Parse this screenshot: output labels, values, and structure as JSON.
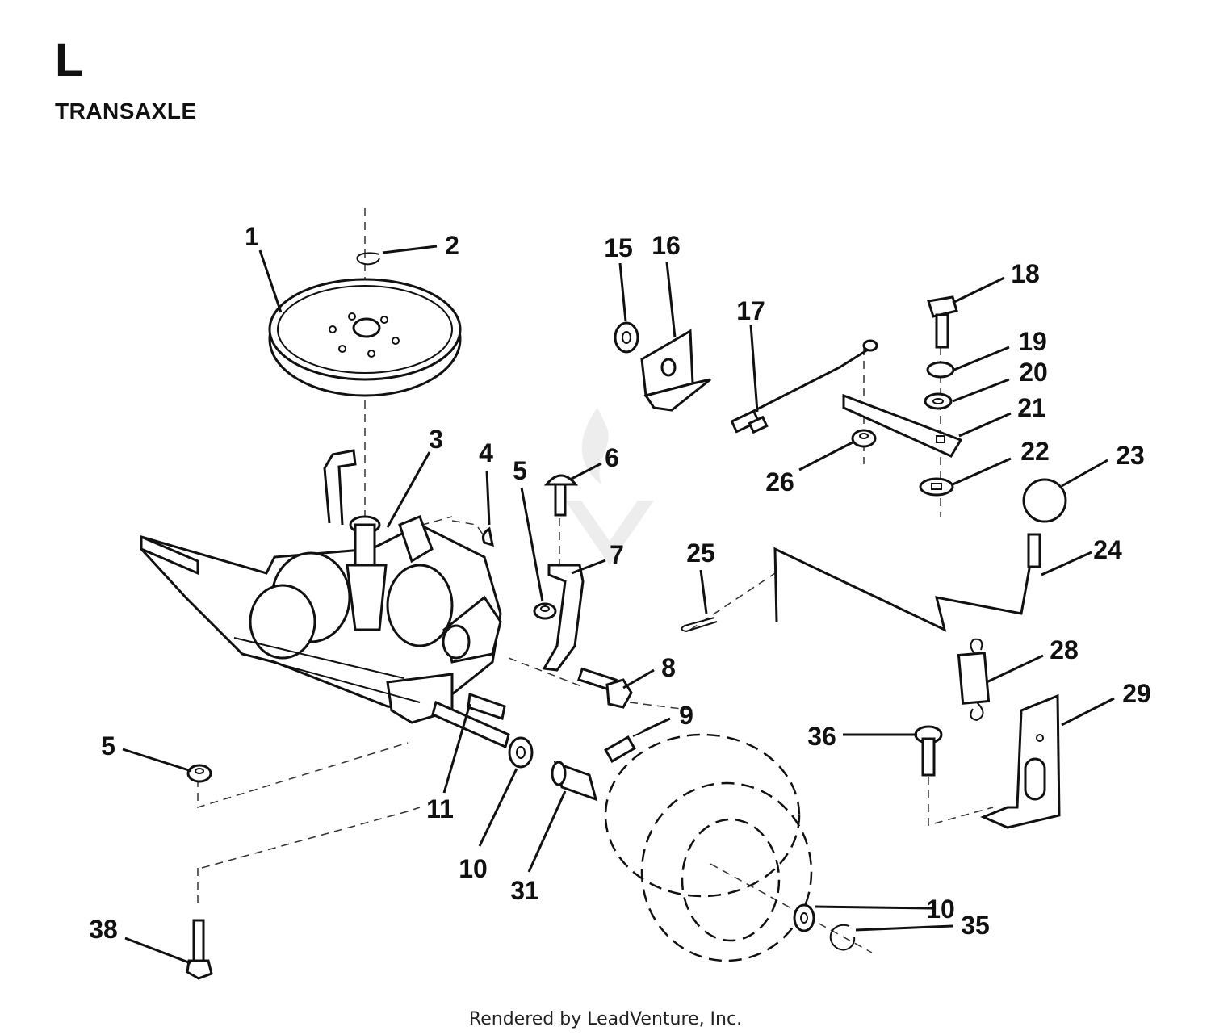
{
  "header": {
    "section_letter": "L",
    "section_title": "TRANSAXLE"
  },
  "callouts": [
    {
      "id": "c1",
      "label": "1"
    },
    {
      "id": "c2",
      "label": "2"
    },
    {
      "id": "c3",
      "label": "3"
    },
    {
      "id": "c4",
      "label": "4"
    },
    {
      "id": "c5a",
      "label": "5"
    },
    {
      "id": "c5b",
      "label": "5"
    },
    {
      "id": "c6",
      "label": "6"
    },
    {
      "id": "c7",
      "label": "7"
    },
    {
      "id": "c8",
      "label": "8"
    },
    {
      "id": "c9",
      "label": "9"
    },
    {
      "id": "c10a",
      "label": "10"
    },
    {
      "id": "c10b",
      "label": "10"
    },
    {
      "id": "c11",
      "label": "11"
    },
    {
      "id": "c15",
      "label": "15"
    },
    {
      "id": "c16",
      "label": "16"
    },
    {
      "id": "c17",
      "label": "17"
    },
    {
      "id": "c18",
      "label": "18"
    },
    {
      "id": "c19",
      "label": "19"
    },
    {
      "id": "c20",
      "label": "20"
    },
    {
      "id": "c21",
      "label": "21"
    },
    {
      "id": "c22",
      "label": "22"
    },
    {
      "id": "c23",
      "label": "23"
    },
    {
      "id": "c24",
      "label": "24"
    },
    {
      "id": "c25",
      "label": "25"
    },
    {
      "id": "c26",
      "label": "26"
    },
    {
      "id": "c28",
      "label": "28"
    },
    {
      "id": "c29",
      "label": "29"
    },
    {
      "id": "c31",
      "label": "31"
    },
    {
      "id": "c35",
      "label": "35"
    },
    {
      "id": "c36",
      "label": "36"
    },
    {
      "id": "c38",
      "label": "38"
    }
  ],
  "footer": {
    "rendered_by": "Rendered by LeadVenture, Inc."
  }
}
